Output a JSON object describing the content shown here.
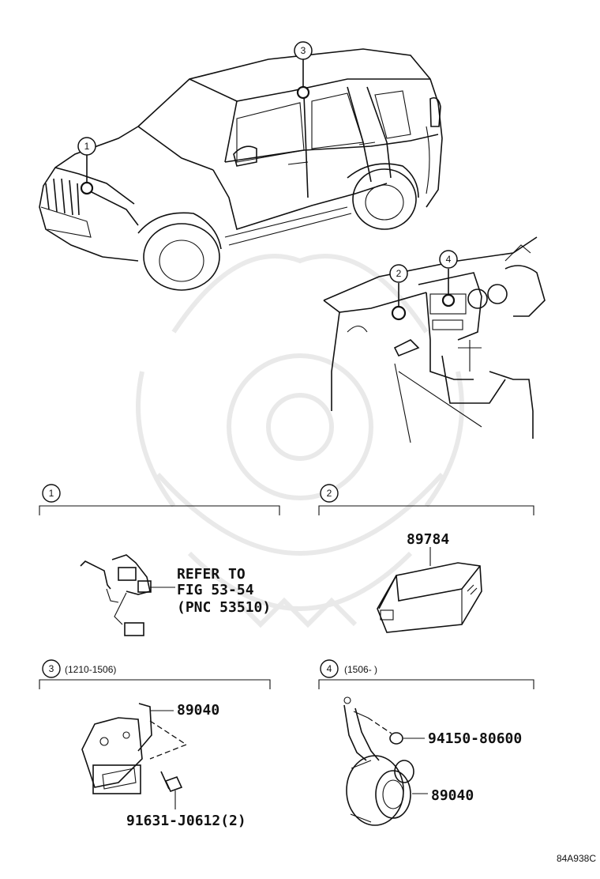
{
  "callouts": [
    "1",
    "2",
    "3",
    "4"
  ],
  "sections": [
    {
      "number": "1",
      "date_range": "",
      "part_lines": [
        "REFER TO",
        "FIG 53-54",
        "(PNC 53510)"
      ]
    },
    {
      "number": "2",
      "date_range": "",
      "part_numbers": [
        "89784"
      ]
    },
    {
      "number": "3",
      "date_range": "(1210-1506)",
      "part_numbers": [
        "89040",
        "91631-J0612(2)"
      ]
    },
    {
      "number": "4",
      "date_range": "(1506-     )",
      "part_numbers": [
        "94150-80600",
        "89040"
      ]
    }
  ],
  "figure_code": "84A938C"
}
